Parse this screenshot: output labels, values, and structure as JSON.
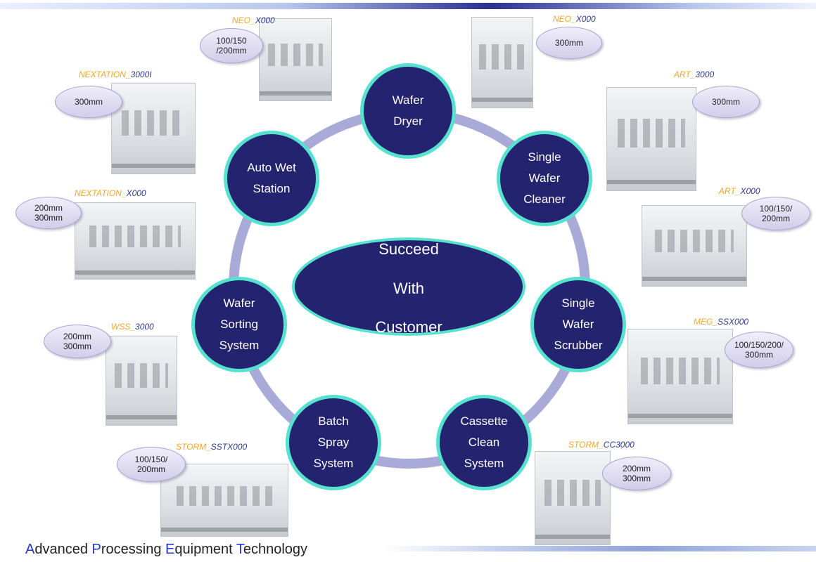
{
  "center": {
    "line1": "Succeed",
    "line2": "With",
    "line3": "Customer"
  },
  "nodes": [
    {
      "id": "wafer-dryer",
      "lines": [
        "Wafer",
        "Dryer"
      ]
    },
    {
      "id": "single-wafer-cleaner",
      "lines": [
        "Single",
        "Wafer",
        "Cleaner"
      ]
    },
    {
      "id": "single-wafer-scrubber",
      "lines": [
        "Single",
        "Wafer",
        "Scrubber"
      ]
    },
    {
      "id": "cassette-clean-system",
      "lines": [
        "Cassette",
        "Clean",
        "System"
      ]
    },
    {
      "id": "batch-spray-system",
      "lines": [
        "Batch",
        "Spray",
        "System"
      ]
    },
    {
      "id": "wafer-sorting-system",
      "lines": [
        "Wafer",
        "Sorting",
        "System"
      ]
    },
    {
      "id": "auto-wet-station",
      "lines": [
        "Auto Wet",
        "Station"
      ]
    }
  ],
  "products": [
    {
      "id": "neo-x000-left",
      "prefix": "NEO_",
      "suffix": "X000",
      "size": "100/150\n/200mm"
    },
    {
      "id": "neo-x000-right",
      "prefix": "NEO_",
      "suffix": "X000",
      "size": "300mm"
    },
    {
      "id": "nextation-3000i",
      "prefix": "NEXTATION_",
      "suffix": "3000I",
      "size": "300mm"
    },
    {
      "id": "art-3000",
      "prefix": "ART_",
      "suffix": "3000",
      "size": "300mm"
    },
    {
      "id": "nextation-x000",
      "prefix": "NEXTATION_",
      "suffix": "X000",
      "size": "200mm\n300mm"
    },
    {
      "id": "art-x000",
      "prefix": "ART_",
      "suffix": "X000",
      "size": "100/150/\n200mm"
    },
    {
      "id": "wss-3000",
      "prefix": "WSS_",
      "suffix": "3000",
      "size": "200mm\n300mm"
    },
    {
      "id": "meg-ssx000",
      "prefix": "MEG_",
      "suffix": "SSX000",
      "size": "100/150/200/\n300mm"
    },
    {
      "id": "storm-sstx000",
      "prefix": "STORM_",
      "suffix": "SSTX000",
      "size": "100/150/\n200mm"
    },
    {
      "id": "storm-cc3000",
      "prefix": "STORM_",
      "suffix": "CC3000",
      "size": "200mm\n300mm"
    }
  ],
  "footer": {
    "w1_cap": "A",
    "w1_rest": "dvanced",
    "w2_cap": "P",
    "w2_rest": "rocessing",
    "w3_cap": "E",
    "w3_rest": "quipment",
    "w4_cap": "T",
    "w4_rest": "echnology"
  },
  "colors": {
    "node_fill": "#23236f",
    "node_border": "#57e2cf",
    "ring": "#aaaad8",
    "model_prefix": "#f5a623",
    "model_suffix": "#2f3a8f",
    "footer_caps": "#2436c9"
  }
}
